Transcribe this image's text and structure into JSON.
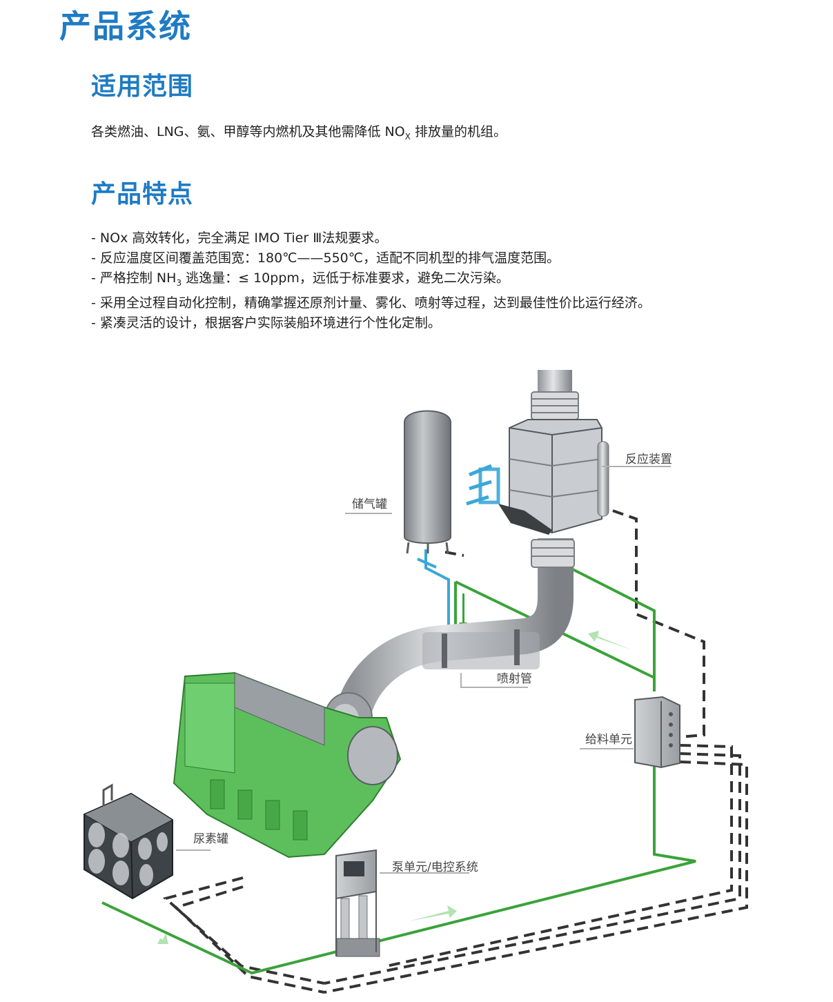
{
  "title": "产品系统",
  "scope": {
    "heading": "适用范围",
    "text_before": "各类燃油、LNG、氨、甲醇等内燃机及其他需降低 NO",
    "text_sub": "X",
    "text_after": " 排放量的机组。"
  },
  "features": {
    "heading": "产品特点",
    "item1": "- NOx 高效转化，完全满足 IMO Tier Ⅲ法规要求。",
    "item2": "- 反应温度区间覆盖范围宽：180℃——550℃，适配不同机型的排气温度范围。",
    "item3_before": "- 严格控制 NH",
    "item3_sub": "3",
    "item3_after": " 逃逸量：≤ 10ppm，远低于标准要求，避免二次污染。",
    "item4": "- 采用全过程自动化控制，精确掌握还原剂计量、雾化、喷射等过程，达到最佳性价比运行经济。",
    "item5": "- 紧凑灵活的设计，根据客户实际装船环境进行个性化定制。"
  },
  "diagram": {
    "labels": {
      "reactor": "反应装置",
      "gas_tank": "储气罐",
      "injection_pipe": "喷射管",
      "feed_unit": "给料单元",
      "urea_tank": "尿素罐",
      "pump_unit": "泵单元/电控系统"
    },
    "colors": {
      "title_blue": "#1f7bc3",
      "pipe_green": "#3aa33a",
      "air_blue": "#3aa7d8",
      "engine_green": "#5cbf5c",
      "metal_grey": "#b9bcbf",
      "cable_dark": "#333333"
    }
  }
}
